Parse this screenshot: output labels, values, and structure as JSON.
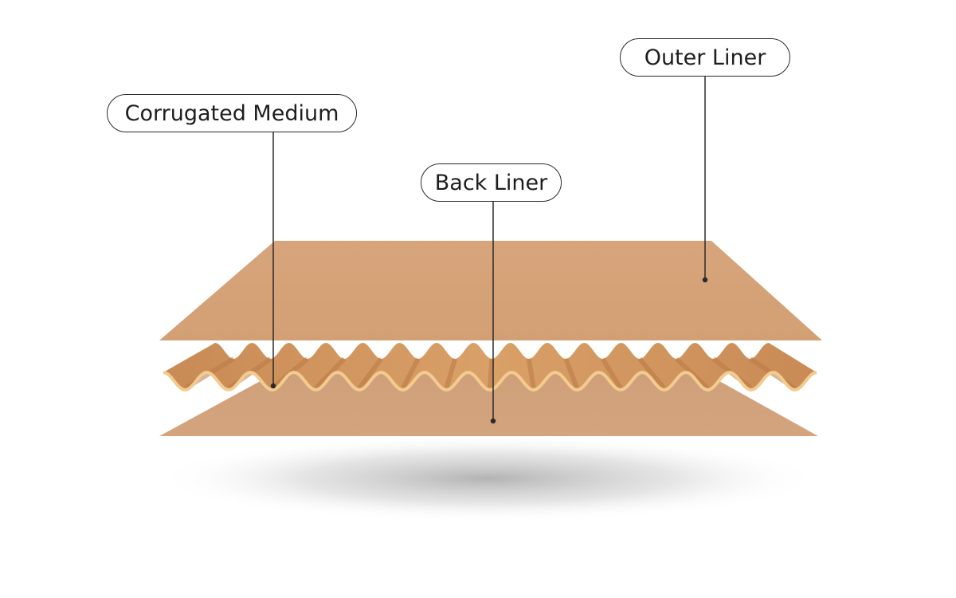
{
  "labels": {
    "outer_liner": "Outer Liner",
    "corrugated_medium": "Corrugated Medium",
    "back_liner": "Back Liner"
  },
  "colors": {
    "liner": "#d6a37a",
    "liner_light": "#dcab83",
    "medium_face": "#e0aa74",
    "medium_edge": "#f1c98e",
    "callout_stroke": "#2b2b2b"
  }
}
